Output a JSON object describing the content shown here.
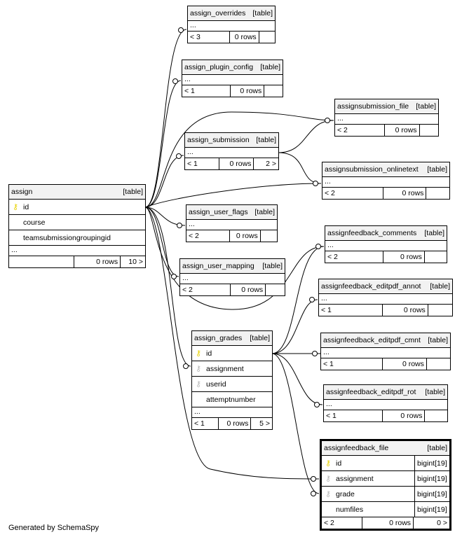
{
  "footer": "Generated by SchemaSpy",
  "focus_table": {
    "name": "assignfeedback_file",
    "kind": "[table]",
    "columns": [
      {
        "name": "id",
        "type": "bigint[19]",
        "key": "pk"
      },
      {
        "name": "assignment",
        "type": "bigint[19]",
        "key": "fk"
      },
      {
        "name": "grade",
        "type": "bigint[19]",
        "key": "fk"
      },
      {
        "name": "numfiles",
        "type": "bigint[19]",
        "key": ""
      }
    ],
    "foot": [
      "< 2",
      "0 rows",
      "0 >"
    ]
  },
  "tables": {
    "assign": {
      "name": "assign",
      "kind": "[table]",
      "columns": [
        {
          "name": "id",
          "key": "pk"
        },
        {
          "name": "course",
          "key": ""
        },
        {
          "name": "teamsubmissiongroupingid",
          "key": ""
        }
      ],
      "more": "...",
      "foot": [
        "",
        "0 rows",
        "10 >"
      ]
    },
    "assign_overrides": {
      "name": "assign_overrides",
      "kind": "[table]",
      "more": "...",
      "foot": [
        "< 3",
        "0 rows",
        ""
      ]
    },
    "assign_plugin_config": {
      "name": "assign_plugin_config",
      "kind": "[table]",
      "more": "...",
      "foot": [
        "< 1",
        "0 rows",
        ""
      ]
    },
    "assignsubmission_file": {
      "name": "assignsubmission_file",
      "kind": "[table]",
      "more": "...",
      "foot": [
        "< 2",
        "0 rows",
        ""
      ]
    },
    "assign_submission": {
      "name": "assign_submission",
      "kind": "[table]",
      "more": "...",
      "foot": [
        "< 1",
        "0 rows",
        "2 >"
      ]
    },
    "assignsubmission_onlinetext": {
      "name": "assignsubmission_onlinetext",
      "kind": "[table]",
      "more": "...",
      "foot": [
        "< 2",
        "0 rows",
        ""
      ]
    },
    "assign_user_flags": {
      "name": "assign_user_flags",
      "kind": "[table]",
      "more": "...",
      "foot": [
        "< 2",
        "0 rows",
        ""
      ]
    },
    "assignfeedback_comments": {
      "name": "assignfeedback_comments",
      "kind": "[table]",
      "more": "...",
      "foot": [
        "< 2",
        "0 rows",
        ""
      ]
    },
    "assign_user_mapping": {
      "name": "assign_user_mapping",
      "kind": "[table]",
      "more": "...",
      "foot": [
        "< 2",
        "0 rows",
        ""
      ]
    },
    "assignfeedback_editpdf_annot": {
      "name": "assignfeedback_editpdf_annot",
      "kind": "[table]",
      "more": "...",
      "foot": [
        "< 1",
        "0 rows",
        ""
      ]
    },
    "assign_grades": {
      "name": "assign_grades",
      "kind": "[table]",
      "columns": [
        {
          "name": "id",
          "key": "pk"
        },
        {
          "name": "assignment",
          "key": "fk"
        },
        {
          "name": "userid",
          "key": "fk"
        },
        {
          "name": "attemptnumber",
          "key": ""
        }
      ],
      "more": "...",
      "foot": [
        "< 1",
        "0 rows",
        "5 >"
      ]
    },
    "assignfeedback_editpdf_cmnt": {
      "name": "assignfeedback_editpdf_cmnt",
      "kind": "[table]",
      "more": "...",
      "foot": [
        "< 1",
        "0 rows",
        ""
      ]
    },
    "assignfeedback_editpdf_rot": {
      "name": "assignfeedback_editpdf_rot",
      "kind": "[table]",
      "more": "...",
      "foot": [
        "< 1",
        "0 rows",
        ""
      ]
    }
  },
  "icons": {
    "primary_key": "key-icon-yellow",
    "foreign_key": "key-icon-gray"
  }
}
